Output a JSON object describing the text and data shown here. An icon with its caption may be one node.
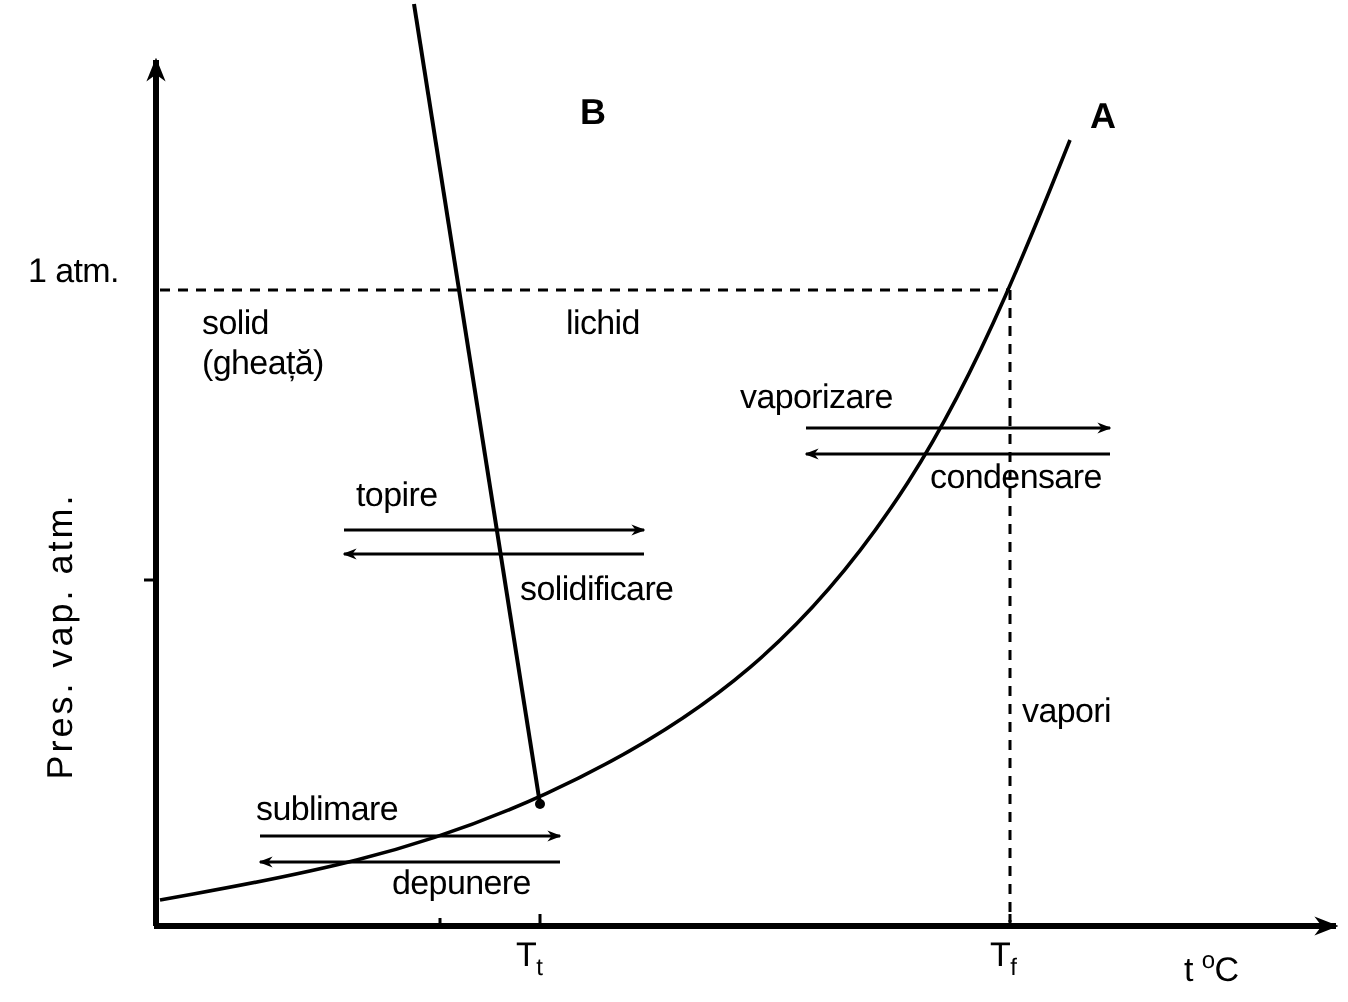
{
  "diagram": {
    "labels": [
      "B",
      "A",
      "1 atm.",
      "solid (gheață)",
      "lichid",
      "vaporizare",
      "condensare",
      "topire",
      "Pres. vap. atm.",
      "solidificare",
      "vapori",
      "sublimare",
      "depunere",
      "T$_{t}$",
      "T$_{f}$",
      "t $^{o}$C"
    ]
  }
}
